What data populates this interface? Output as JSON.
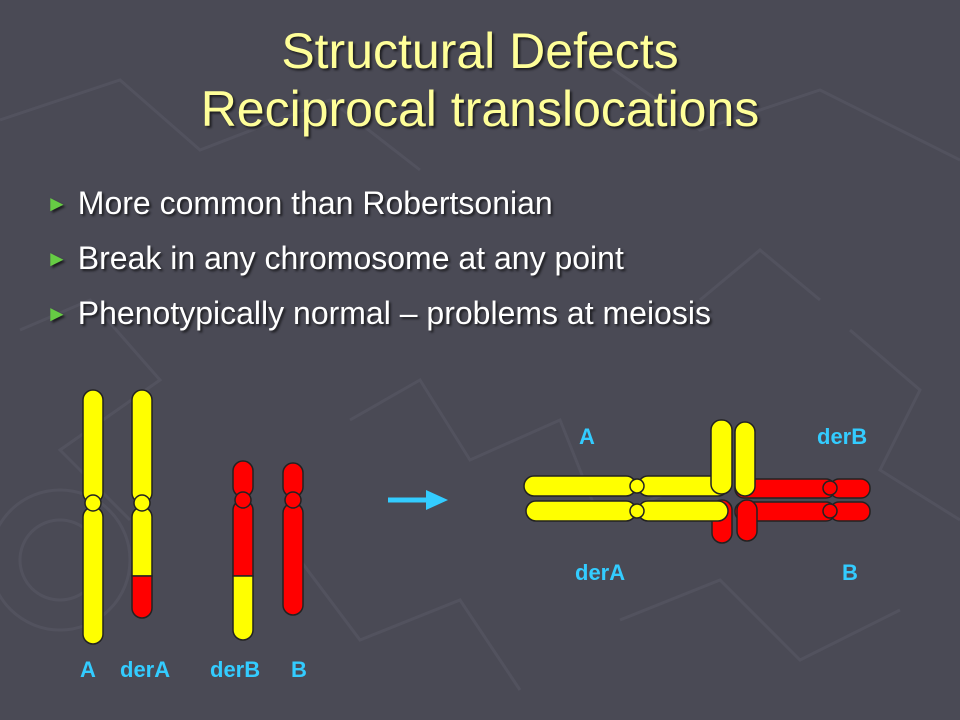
{
  "title": {
    "line1": "Structural Defects",
    "line2": "Reciprocal translocations"
  },
  "bullets": [
    "More common than Robertsonian",
    "Break in any chromosome at any point",
    "Phenotypically normal – problems at meiosis"
  ],
  "bullet_marker": "►",
  "diagram": {
    "left_labels": [
      "A",
      "derA",
      "derB",
      "B"
    ],
    "right_labels": {
      "top_left": "A",
      "top_right": "derB",
      "bottom_left": "derA",
      "bottom_right": "B"
    }
  },
  "colors": {
    "background": "#4a4a55",
    "title": "#ffff99",
    "chromosome_yellow": "#ffff00",
    "chromosome_red": "#ff0000",
    "label": "#33ccff",
    "arrow": "#33ccff",
    "bullet_marker": "#66cc44"
  }
}
